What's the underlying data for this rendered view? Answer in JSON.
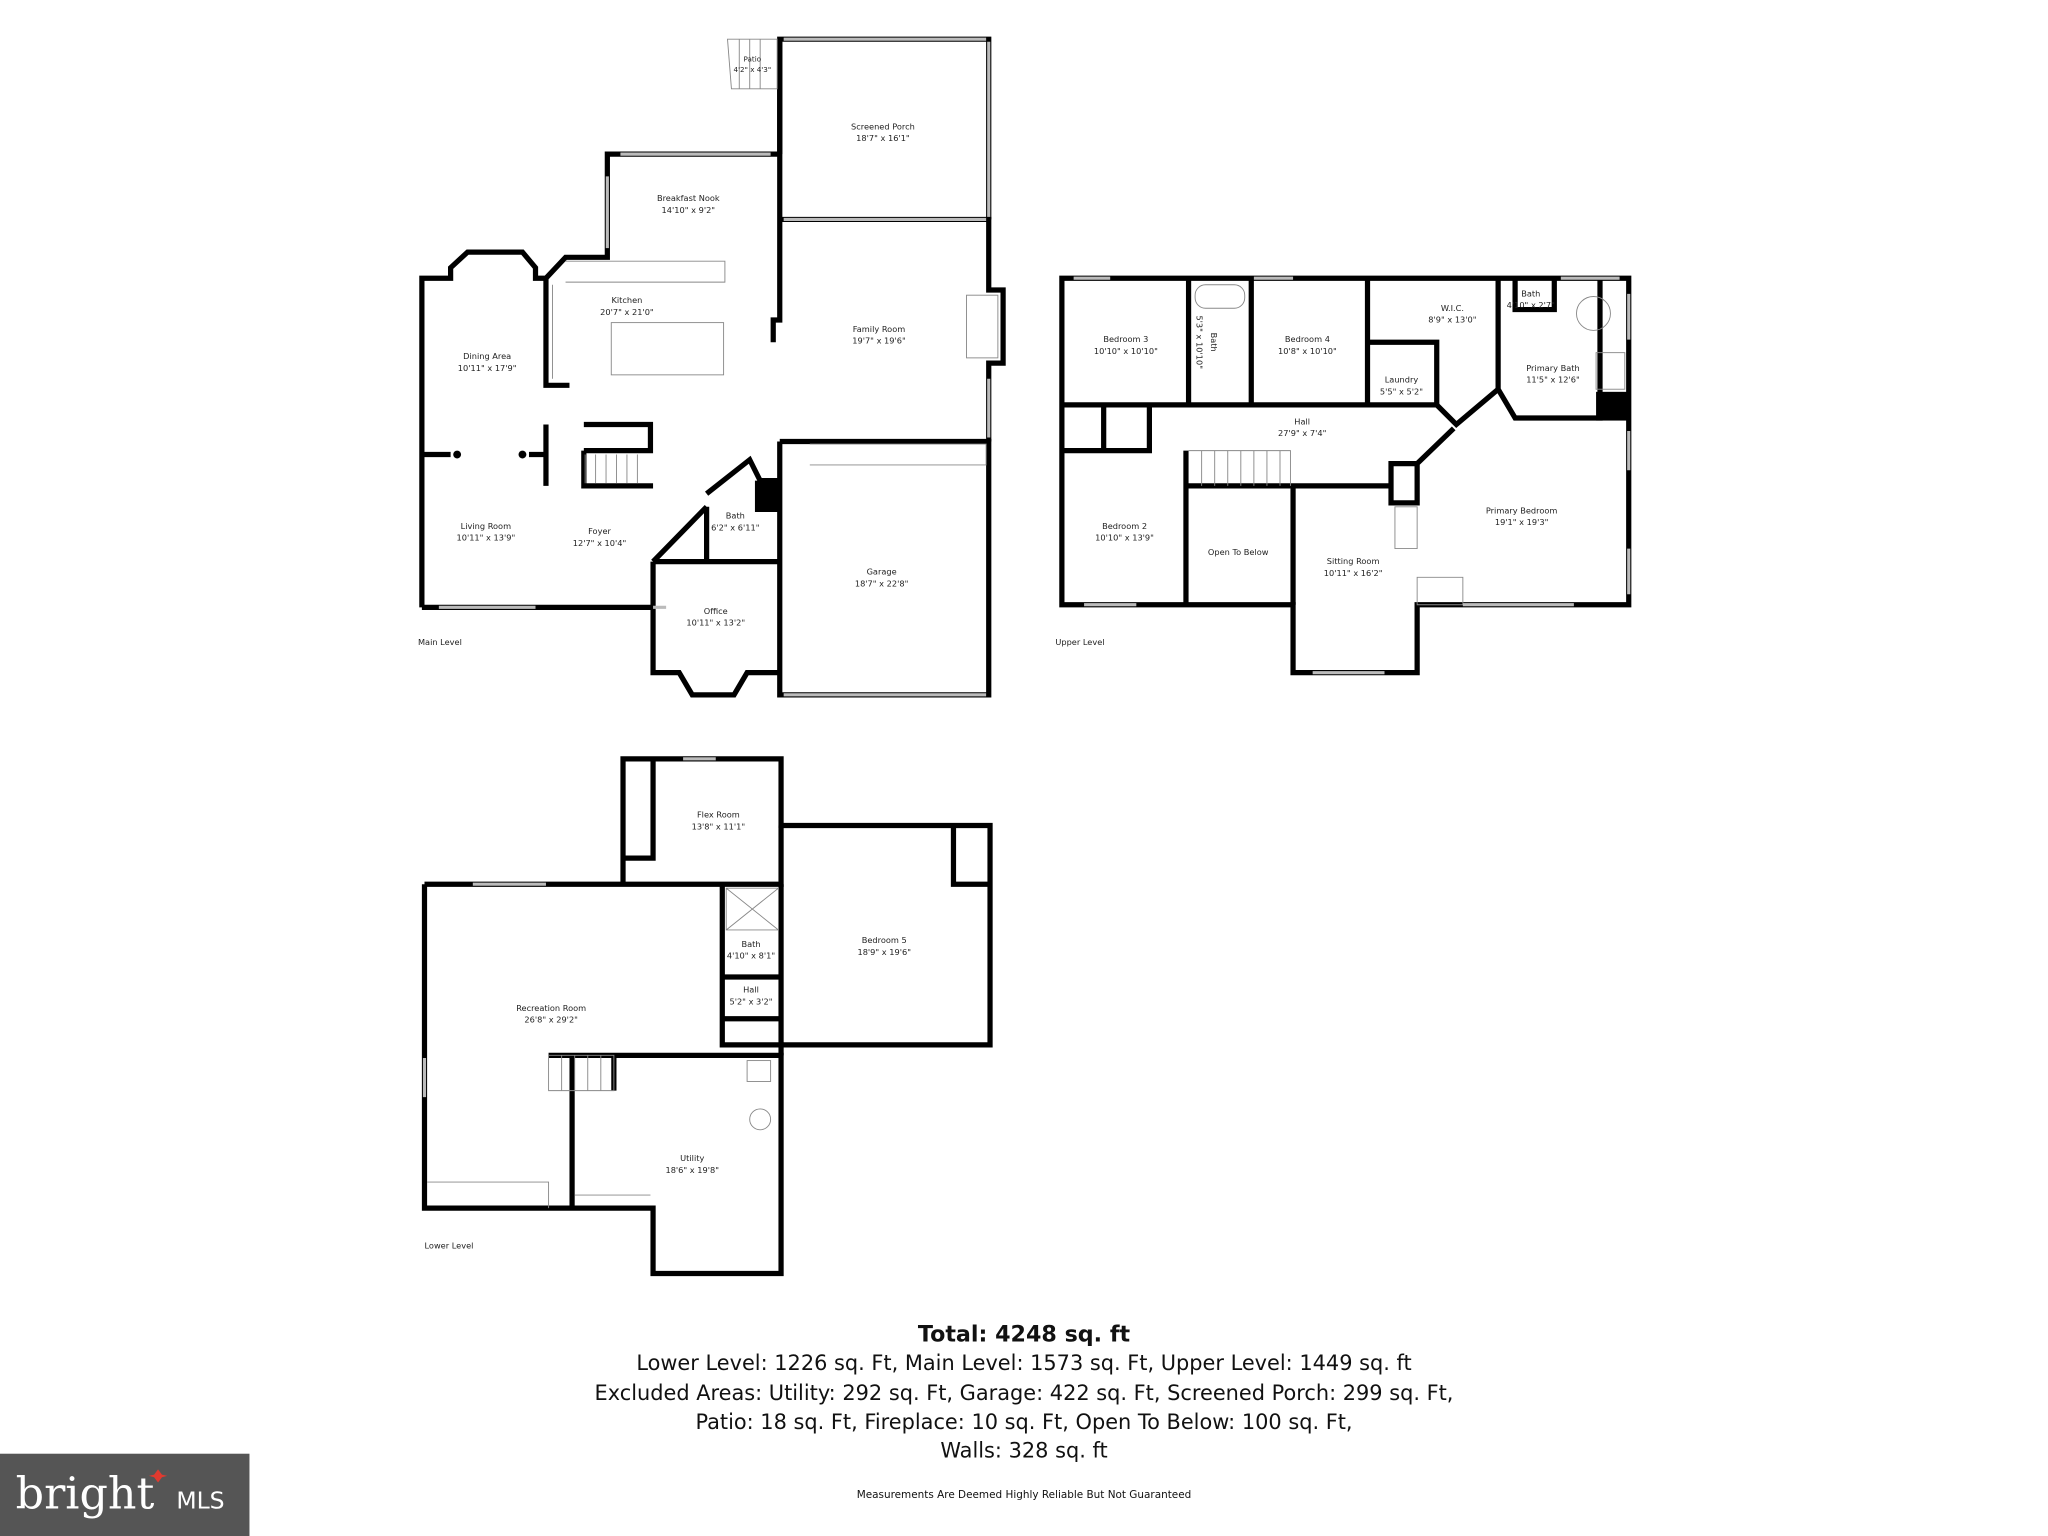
{
  "levels": {
    "main": {
      "label": "Main Level",
      "rooms": [
        {
          "name": "Patio",
          "dims": "4'2\" x 4'3\""
        },
        {
          "name": "Screened Porch",
          "dims": "18'7\" x 16'1\""
        },
        {
          "name": "Breakfast Nook",
          "dims": "14'10\" x 9'2\""
        },
        {
          "name": "Kitchen",
          "dims": "20'7\" x 21'0\""
        },
        {
          "name": "Family Room",
          "dims": "19'7\" x 19'6\""
        },
        {
          "name": "Dining Area",
          "dims": "10'11\" x 17'9\""
        },
        {
          "name": "Living Room",
          "dims": "10'11\" x 13'9\""
        },
        {
          "name": "Foyer",
          "dims": "12'7\" x 10'4\""
        },
        {
          "name": "Bath",
          "dims": "6'2\" x 6'11\""
        },
        {
          "name": "Office",
          "dims": "10'11\" x 13'2\""
        },
        {
          "name": "Garage",
          "dims": "18'7\" x 22'8\""
        }
      ]
    },
    "upper": {
      "label": "Upper Level",
      "rooms": [
        {
          "name": "Bedroom 3",
          "dims": "10'10\" x 10'10\""
        },
        {
          "name": "Bath",
          "dims": "5'3\" x 10'10\""
        },
        {
          "name": "Bedroom 4",
          "dims": "10'8\" x 10'10\""
        },
        {
          "name": "W.I.C.",
          "dims": "8'9\" x 13'0\""
        },
        {
          "name": "Bath",
          "dims": "4'10\" x 2'7\""
        },
        {
          "name": "Laundry",
          "dims": "5'5\" x 5'2\""
        },
        {
          "name": "Primary Bath",
          "dims": "11'5\" x 12'6\""
        },
        {
          "name": "Hall",
          "dims": "27'9\" x 7'4\""
        },
        {
          "name": "Primary Bedroom",
          "dims": "19'1\" x 19'3\""
        },
        {
          "name": "Bedroom 2",
          "dims": "10'10\" x 13'9\""
        },
        {
          "name": "Open To Below",
          "dims": ""
        },
        {
          "name": "Sitting Room",
          "dims": "10'11\" x 16'2\""
        }
      ]
    },
    "lower": {
      "label": "Lower Level",
      "rooms": [
        {
          "name": "Flex Room",
          "dims": "13'8\" x 11'1\""
        },
        {
          "name": "Bedroom 5",
          "dims": "18'9\" x 19'6\""
        },
        {
          "name": "Bath",
          "dims": "4'10\" x 8'1\""
        },
        {
          "name": "Hall",
          "dims": "5'2\" x 3'2\""
        },
        {
          "name": "Recreation Room",
          "dims": "26'8\" x 29'2\""
        },
        {
          "name": "Utility",
          "dims": "18'6\" x 19'8\""
        }
      ]
    }
  },
  "summary": {
    "total": "Total: 4248 sq. ft",
    "line1": "Lower Level: 1226 sq. Ft, Main Level: 1573 sq. Ft, Upper Level: 1449 sq. ft",
    "line2": "Excluded Areas: Utility: 292 sq. Ft, Garage: 422 sq. Ft, Screened Porch: 299 sq. Ft,",
    "line3": "Patio: 18 sq. Ft, Fireplace: 10 sq. Ft, Open To Below: 100 sq. Ft,",
    "line4": "Walls: 328 sq. ft",
    "disclaimer": "Measurements Are Deemed Highly Reliable But Not Guaranteed"
  },
  "logo": {
    "text": "bright",
    "suffix": "MLS",
    "background": "#555555"
  }
}
